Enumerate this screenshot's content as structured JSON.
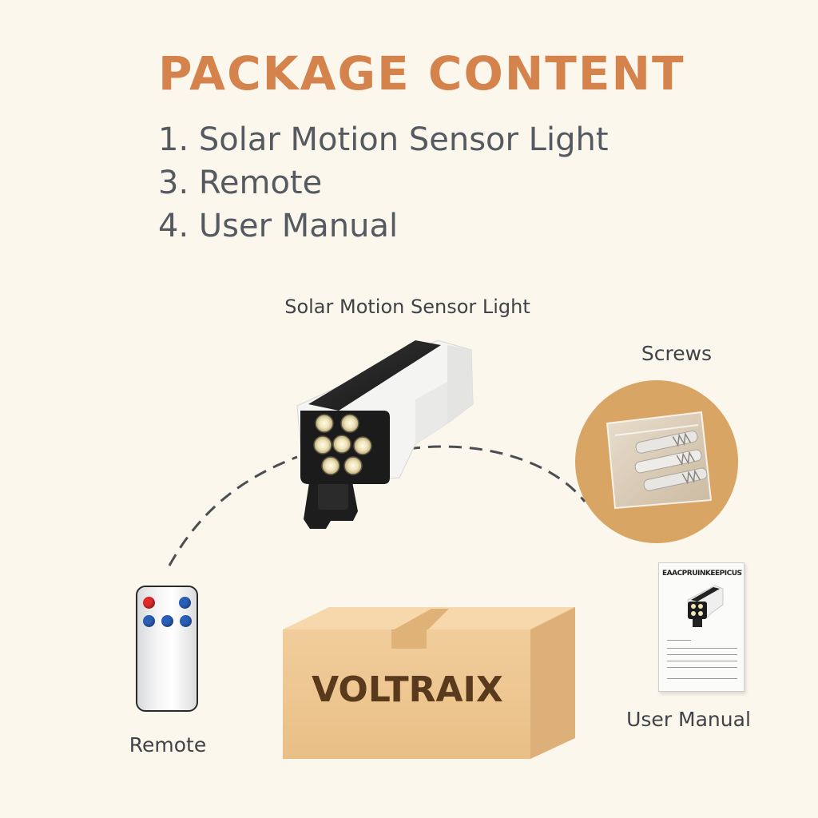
{
  "header": {
    "title": "PACKAGE CONTENT"
  },
  "contents": [
    "1. Solar Motion Sensor Light",
    "3. Remote",
    "4. User Manual"
  ],
  "captions": {
    "light": "Solar Motion Sensor Light",
    "screws": "Screws",
    "remote": "Remote",
    "manual": "User Manual"
  },
  "box": {
    "brand": "VOLTRAIX"
  },
  "manual": {
    "cover_title": "EAACPRUINKEEPICUST"
  },
  "colors": {
    "background": "#fcf7ec",
    "title": "#d5834d",
    "text": "#555a60",
    "box": "#efc995",
    "screw_backdrop": "#d9a565"
  }
}
